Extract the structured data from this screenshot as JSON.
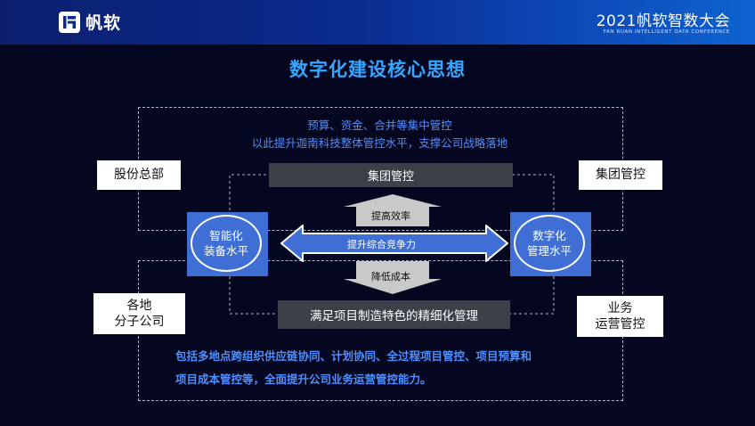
{
  "header": {
    "logo_text": "帆软",
    "conference_title": "2021帆软智数大会",
    "conference_subtitle": "FAN RUAN INTELLIGENT DATA CONFERENCE"
  },
  "slide": {
    "title": "数字化建设核心思想"
  },
  "diagram": {
    "top_text_line1": "预算、资金、合并等集中管控",
    "top_text_line2": "以此提升迦南科技整体管控水平，支撑公司战略落地",
    "left_top_box": "股份总部",
    "right_top_box": "集团管控",
    "left_bottom_box_line1": "各地",
    "left_bottom_box_line2": "分子公司",
    "right_bottom_box_line1": "业务",
    "right_bottom_box_line2": "运营管控",
    "top_bar": "集团管控",
    "bottom_bar": "满足项目制造特色的精细化管理",
    "up_arrow_label": "提高效率",
    "down_arrow_label": "降低成本",
    "center_arrow_label": "提升综合竞争力",
    "left_circle_line1": "智能化",
    "left_circle_line2": "装备水平",
    "right_circle_line1": "数字化",
    "right_circle_line2": "管理水平",
    "bottom_text_line1": "包括多地点跨组织供应链协同、计划协同、全过程项目管控、项目预算和",
    "bottom_text_line2": "项目成本管控等，全面提升公司业务运营管控能力。"
  },
  "colors": {
    "background": "#04071f",
    "accent_blue": "#37a6ff",
    "text_blue": "#4f8fff",
    "box_blue": "#3f6fd4",
    "gray_bar": "#3c4048"
  }
}
